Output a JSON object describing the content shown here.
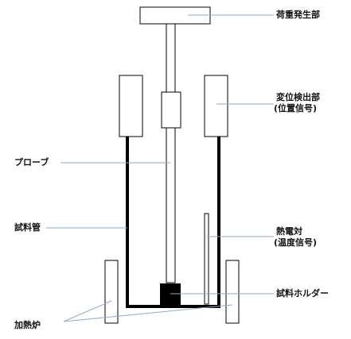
{
  "labels": {
    "load_generator": "荷重発生部",
    "displacement_detector_1": "変位検出部",
    "displacement_detector_2": "(位置信号)",
    "probe": "プローブ",
    "sample_tube": "試料管",
    "thermocouple_1": "熱電対",
    "thermocouple_2": "(温度信号)",
    "sample_holder": "試料ホルダー",
    "furnace": "加熱炉"
  }
}
